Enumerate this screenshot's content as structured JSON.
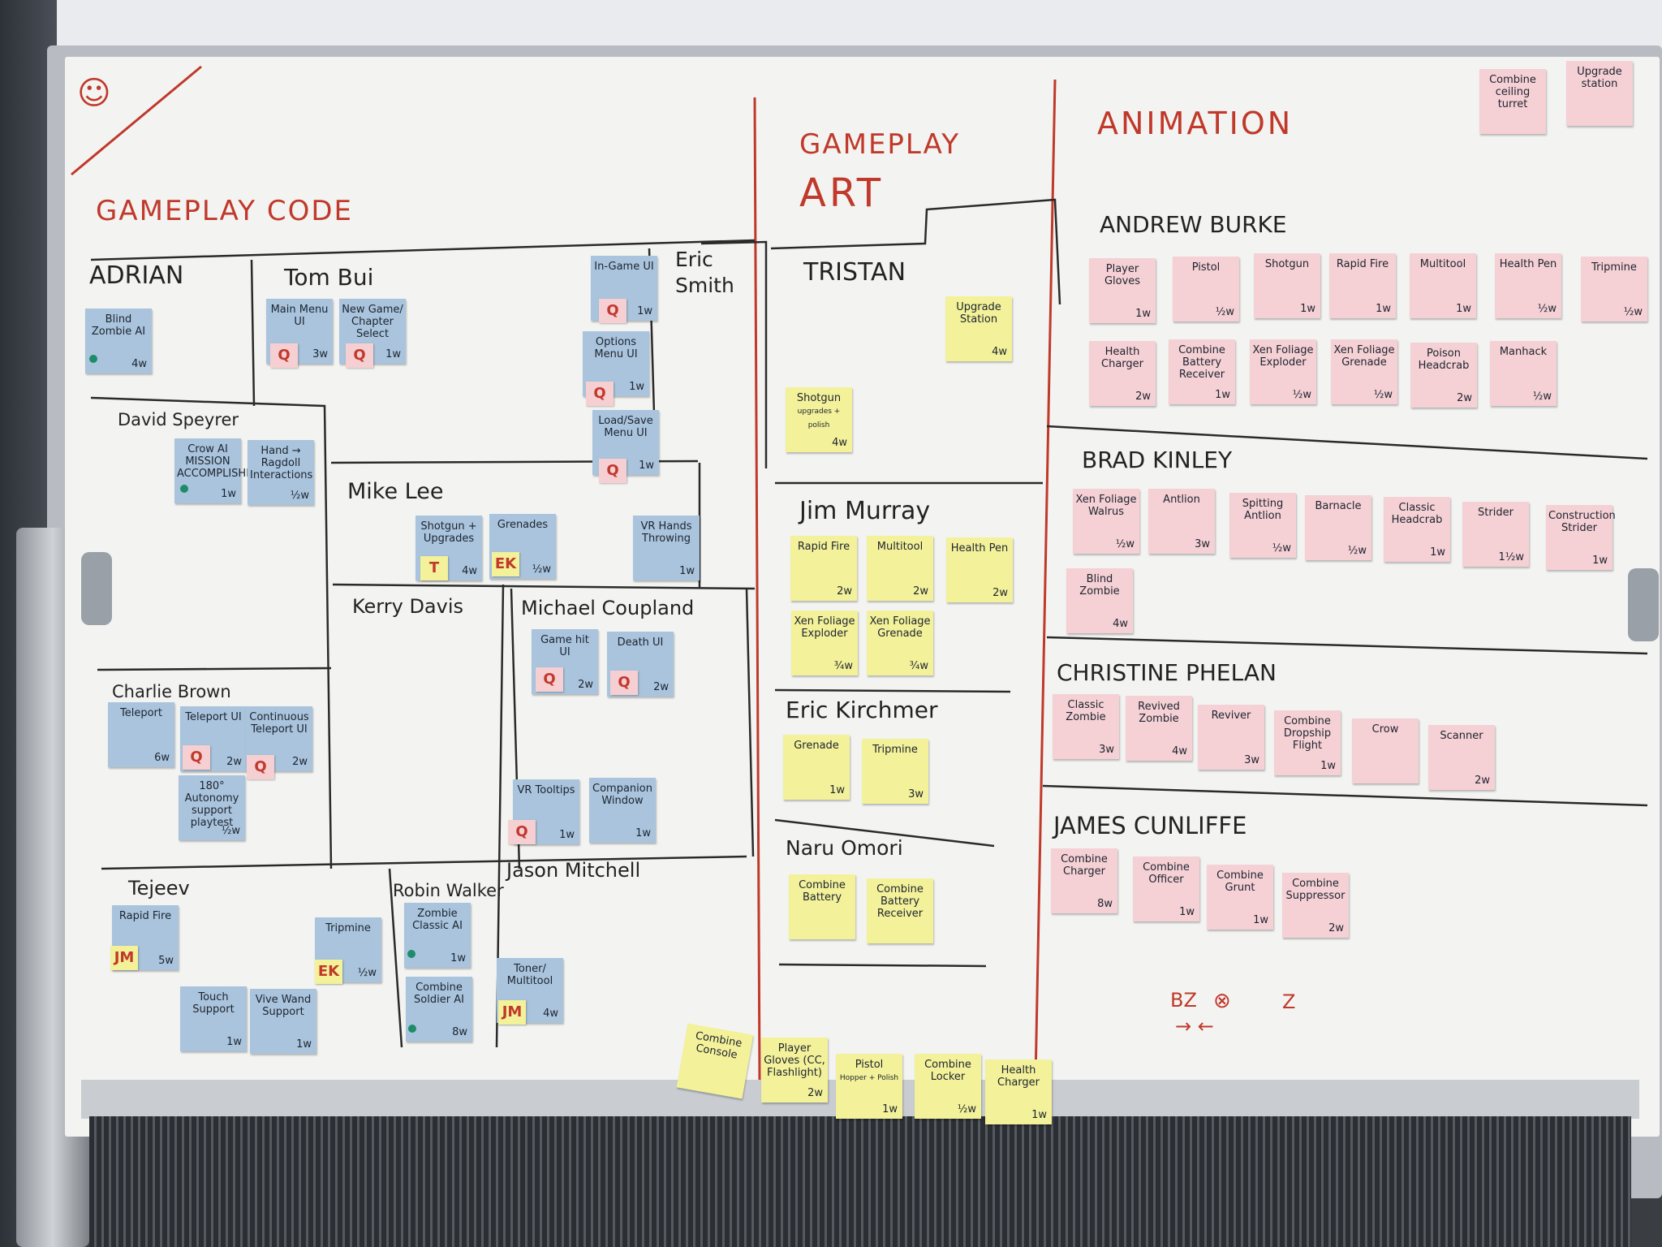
{
  "headings": {
    "gameplay_code": "GAMEPLAY CODE",
    "gameplay_art_1": "GAMEPLAY",
    "gameplay_art_2": "ART",
    "animation": "ANIMATION",
    "smiley": "☺"
  },
  "people": {
    "adrian": "ADRIAN",
    "tom_bui": "Tom Bui",
    "eric_smith_1": "Eric",
    "eric_smith_2": "Smith",
    "david_speyrer": "David Speyrer",
    "mike_lee": "Mike Lee",
    "kerry_davis": "Kerry Davis",
    "michael_coupland": "Michael Coupland",
    "charlie_brown": "Charlie Brown",
    "tejeev": "Tejeev",
    "robin_walker": "Robin Walker",
    "jason_mitchell": "Jason Mitchell",
    "tristan": "TRISTAN",
    "jim_murray": "Jim Murray",
    "eric_kirchmer": "Eric Kirchmer",
    "naru_omori": "Naru Omori",
    "andrew_burke": "ANDREW BURKE",
    "brad_kinley": "BRAD KINLEY",
    "christine_phelan": "CHRISTINE PHELAN",
    "james_cunliffe": "JAMES CUNLIFFE"
  },
  "notes": {
    "blind_zombie_ai": {
      "text": "Blind Zombie AI",
      "est": "4w"
    },
    "main_menu_ui": {
      "text": "Main Menu UI",
      "est": "3w"
    },
    "new_game": {
      "text": "New Game/ Chapter Select",
      "est": "1w"
    },
    "in_game_ui": {
      "text": "In-Game UI",
      "est": "1w"
    },
    "options_menu": {
      "text": "Options Menu UI",
      "est": "1w"
    },
    "load_save": {
      "text": "Load/Save Menu UI",
      "est": "1w"
    },
    "crow_ai": {
      "text": "Crow AI MISSION ACCOMPLISHED",
      "est": "1w"
    },
    "hand_ragdoll": {
      "text": "Hand → Ragdoll Interactions",
      "est": "½w"
    },
    "shotgun_upgrades": {
      "text": "Shotgun + Upgrades",
      "est": "4w"
    },
    "grenades": {
      "text": "Grenades",
      "est": "½w"
    },
    "vr_hands": {
      "text": "VR Hands Throwing",
      "est": "1w"
    },
    "game_hit_ui": {
      "text": "Game hit UI",
      "est": "2w"
    },
    "death_ui": {
      "text": "Death UI",
      "est": "2w"
    },
    "teleport": {
      "text": "Teleport",
      "est": "6w"
    },
    "teleport_ui": {
      "text": "Teleport UI",
      "est": "2w"
    },
    "continuous_teleport": {
      "text": "Continuous Teleport UI",
      "est": "2w"
    },
    "support_180": {
      "text": "180° Autonomy support playtest",
      "est": "½w"
    },
    "vr_tooltips": {
      "text": "VR Tooltips",
      "est": "1w"
    },
    "companion_window": {
      "text": "Companion Window",
      "est": "1w"
    },
    "rapid_fire_code": {
      "text": "Rapid Fire",
      "est": "5w"
    },
    "tripmine_code": {
      "text": "Tripmine",
      "est": "½w"
    },
    "touch_support": {
      "text": "Touch Support",
      "est": "1w"
    },
    "vive_wand": {
      "text": "Vive Wand Support",
      "est": "1w"
    },
    "zombie_classic_ai": {
      "text": "Zombie Classic AI",
      "est": "1w"
    },
    "combine_soldier_ai": {
      "text": "Combine Soldier AI",
      "est": "8w"
    },
    "toner_multitool": {
      "text": "Toner/ Multitool",
      "est": "4w"
    },
    "upgrade_station_art": {
      "text": "Upgrade Station",
      "est": "4w"
    },
    "shotgun_art": {
      "text": "Shotgun",
      "sub": "upgrades + polish",
      "est": "4w"
    },
    "rapid_fire_art": {
      "text": "Rapid Fire",
      "est": "2w"
    },
    "multitool_art": {
      "text": "Multitool",
      "est": "2w"
    },
    "health_pen_art": {
      "text": "Health Pen",
      "est": "2w"
    },
    "xen_exploder_art": {
      "text": "Xen Foliage Exploder",
      "est": "¾w"
    },
    "xen_grenade_art": {
      "text": "Xen Foliage Grenade",
      "est": "¾w"
    },
    "grenade_art": {
      "text": "Grenade",
      "est": "1w"
    },
    "tripmine_art": {
      "text": "Tripmine",
      "est": "3w"
    },
    "combine_battery_art": {
      "text": "Combine Battery",
      "est": ""
    },
    "combine_battery_receiver_art": {
      "text": "Combine Battery Receiver",
      "est": ""
    },
    "combine_console": {
      "text": "Combine Console",
      "est": ""
    },
    "player_gloves_art": {
      "text": "Player Gloves (CC, Flashlight)",
      "est": "2w"
    },
    "pistol_art": {
      "text": "Pistol",
      "sub": "Hopper + Polish",
      "est": "1w"
    },
    "combine_locker": {
      "text": "Combine Locker",
      "est": "½w"
    },
    "health_charger_art": {
      "text": "Health Charger",
      "est": "1w"
    },
    "combine_ceiling_turret": {
      "text": "Combine ceiling turret",
      "est": ""
    },
    "upgrade_station_anim": {
      "text": "Upgrade station",
      "est": ""
    },
    "player_gloves": {
      "text": "Player Gloves",
      "est": "1w"
    },
    "pistol": {
      "text": "Pistol",
      "est": "½w"
    },
    "shotgun": {
      "text": "Shotgun",
      "est": "1w"
    },
    "rapid_fire": {
      "text": "Rapid Fire",
      "est": "1w"
    },
    "multitool": {
      "text": "Multitool",
      "est": "1w"
    },
    "health_pen": {
      "text": "Health Pen",
      "est": "½w"
    },
    "tripmine": {
      "text": "Tripmine",
      "est": "½w"
    },
    "health_charger": {
      "text": "Health Charger",
      "est": "2w"
    },
    "combine_battery_receiver": {
      "text": "Combine Battery Receiver",
      "est": "1w"
    },
    "xen_exploder": {
      "text": "Xen Foliage Exploder",
      "est": "½w"
    },
    "xen_grenade": {
      "text": "Xen Foliage Grenade",
      "est": "½w"
    },
    "poison_headcrab": {
      "text": "Poison Headcrab",
      "est": "2w"
    },
    "manhack": {
      "text": "Manhack",
      "est": "½w"
    },
    "xen_walrus": {
      "text": "Xen Foliage Walrus",
      "est": "½w"
    },
    "antlion": {
      "text": "Antlion",
      "est": "3w"
    },
    "spitting_antlion": {
      "text": "Spitting Antlion",
      "est": "½w"
    },
    "barnacle": {
      "text": "Barnacle",
      "est": "½w"
    },
    "classic_headcrab": {
      "text": "Classic Headcrab",
      "est": "1w"
    },
    "strider": {
      "text": "Strider",
      "est": "1½w"
    },
    "construction_strider": {
      "text": "Construction Strider",
      "est": "1w"
    },
    "blind_zombie": {
      "text": "Blind Zombie",
      "est": "4w"
    },
    "classic_zombie": {
      "text": "Classic Zombie",
      "est": "3w"
    },
    "revived_zombie": {
      "text": "Revived Zombie",
      "est": "4w"
    },
    "reviver": {
      "text": "Reviver",
      "est": "3w"
    },
    "dropship": {
      "text": "Combine Dropship Flight",
      "est": "1w"
    },
    "crow": {
      "text": "Crow",
      "est": ""
    },
    "scanner": {
      "text": "Scanner",
      "est": "2w"
    },
    "combine_charger": {
      "text": "Combine Charger",
      "est": "8w"
    },
    "combine_officer": {
      "text": "Combine Officer",
      "est": "1w"
    },
    "combine_grunt": {
      "text": "Combine Grunt",
      "est": "1w"
    },
    "combine_suppressor": {
      "text": "Combine Suppressor",
      "est": "2w"
    }
  },
  "tags": {
    "q": "Q",
    "t": "T",
    "ek": "EK",
    "jm": "JM"
  },
  "scribble": {
    "bz": "BZ",
    "z": "Z",
    "arrows": "→ ←"
  }
}
